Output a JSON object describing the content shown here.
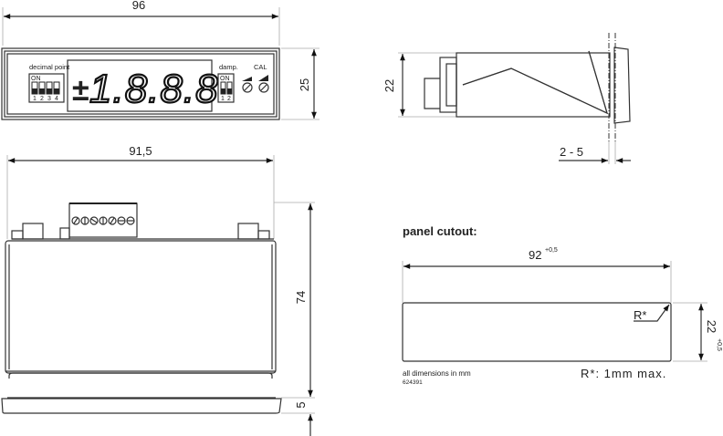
{
  "front_view": {
    "width_dim": "96",
    "height_dim": "25",
    "decimal_point_label": "decimal point",
    "dip_on": "ON",
    "dip_numbers": [
      "1",
      "2",
      "3",
      "4"
    ],
    "display_sign": "±",
    "display_value": "1.8.8.8",
    "damp_label": "damp.",
    "damp_on": "ON",
    "damp_numbers": [
      "1",
      "2"
    ],
    "cal_label": "CAL"
  },
  "side_view": {
    "height_dim": "22",
    "panel_thickness_dim": "2 - 5"
  },
  "top_view": {
    "width_dim": "91,5",
    "depth_dim": "74",
    "bezel_dim": "5"
  },
  "panel_cutout": {
    "title": "panel cutout:",
    "width_dim": "92",
    "width_tol": "+0,5",
    "height_dim": "22",
    "height_tol": "+0,5",
    "radius_label": "R*",
    "radius_note": "R*: 1mm max.",
    "units_note": "all dimensions in mm",
    "drawing_number": "624391"
  }
}
